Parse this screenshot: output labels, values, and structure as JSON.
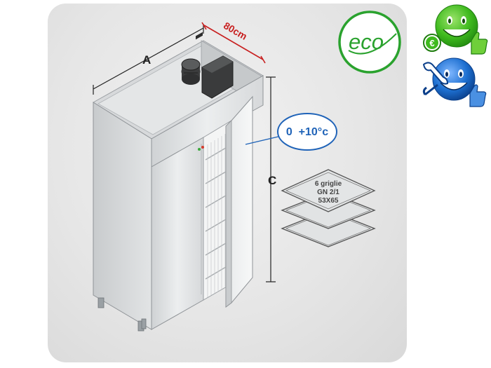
{
  "dimensions": {
    "width_label": "A",
    "depth_label": "80cm",
    "height_label": "C"
  },
  "temperature": {
    "range": "0  +10°c"
  },
  "shelves": {
    "line1": "6 griglie",
    "line2": "GN 2/1",
    "line3": "53X65"
  },
  "badges": {
    "eco": "eco",
    "euro": "€"
  },
  "colors": {
    "eco_green": "#2aa22e",
    "smiley_green": "#3fba1e",
    "smiley_blue": "#1d6fd0",
    "callout_blue": "#1f63b8"
  }
}
